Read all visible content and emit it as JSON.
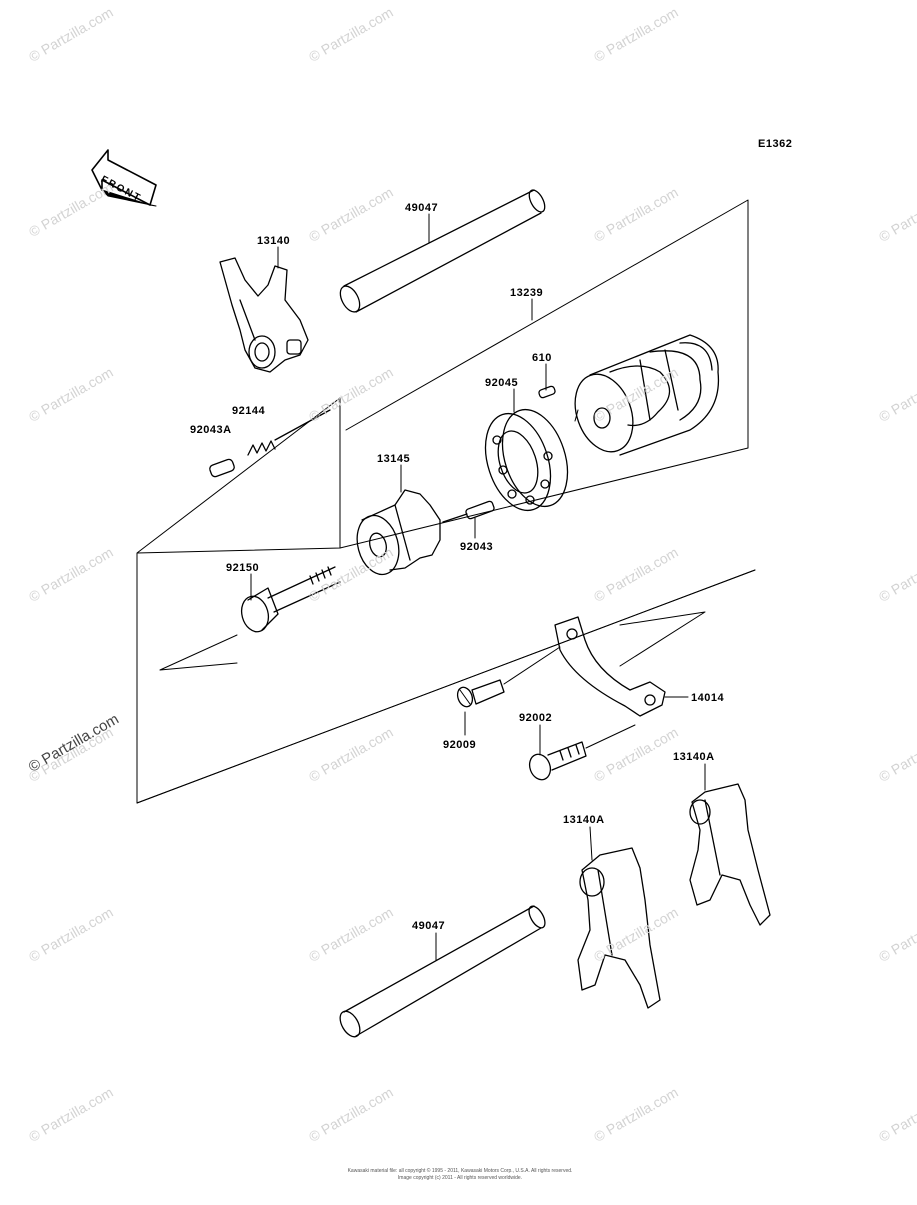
{
  "diagram_code": "E1362",
  "front_label": "FRONT",
  "watermark": "© Partzilla.com",
  "parts": {
    "shift_rod_upper": "49047",
    "shift_fork_upper": "13140",
    "shift_drum": "13239",
    "pin_610": "610",
    "bearing": "92045",
    "spring": "92144",
    "pin_92043A": "92043A",
    "drum_cam": "13145",
    "pin_92043": "92043",
    "bolt_92150": "92150",
    "holder_plate": "14014",
    "screw_92009": "92009",
    "bolt_92002": "92002",
    "shift_fork_right": "13140A",
    "shift_fork_middle": "13140A",
    "shift_rod_lower": "49047"
  },
  "footer": {
    "line1": "Kawasaki material file: all copyright © 1995 - 2011, Kawasaki Motors Corp., U.S.A. All rights reserved.",
    "line2": "Image copyright (c) 2011 - All rights reserved worldwide."
  }
}
